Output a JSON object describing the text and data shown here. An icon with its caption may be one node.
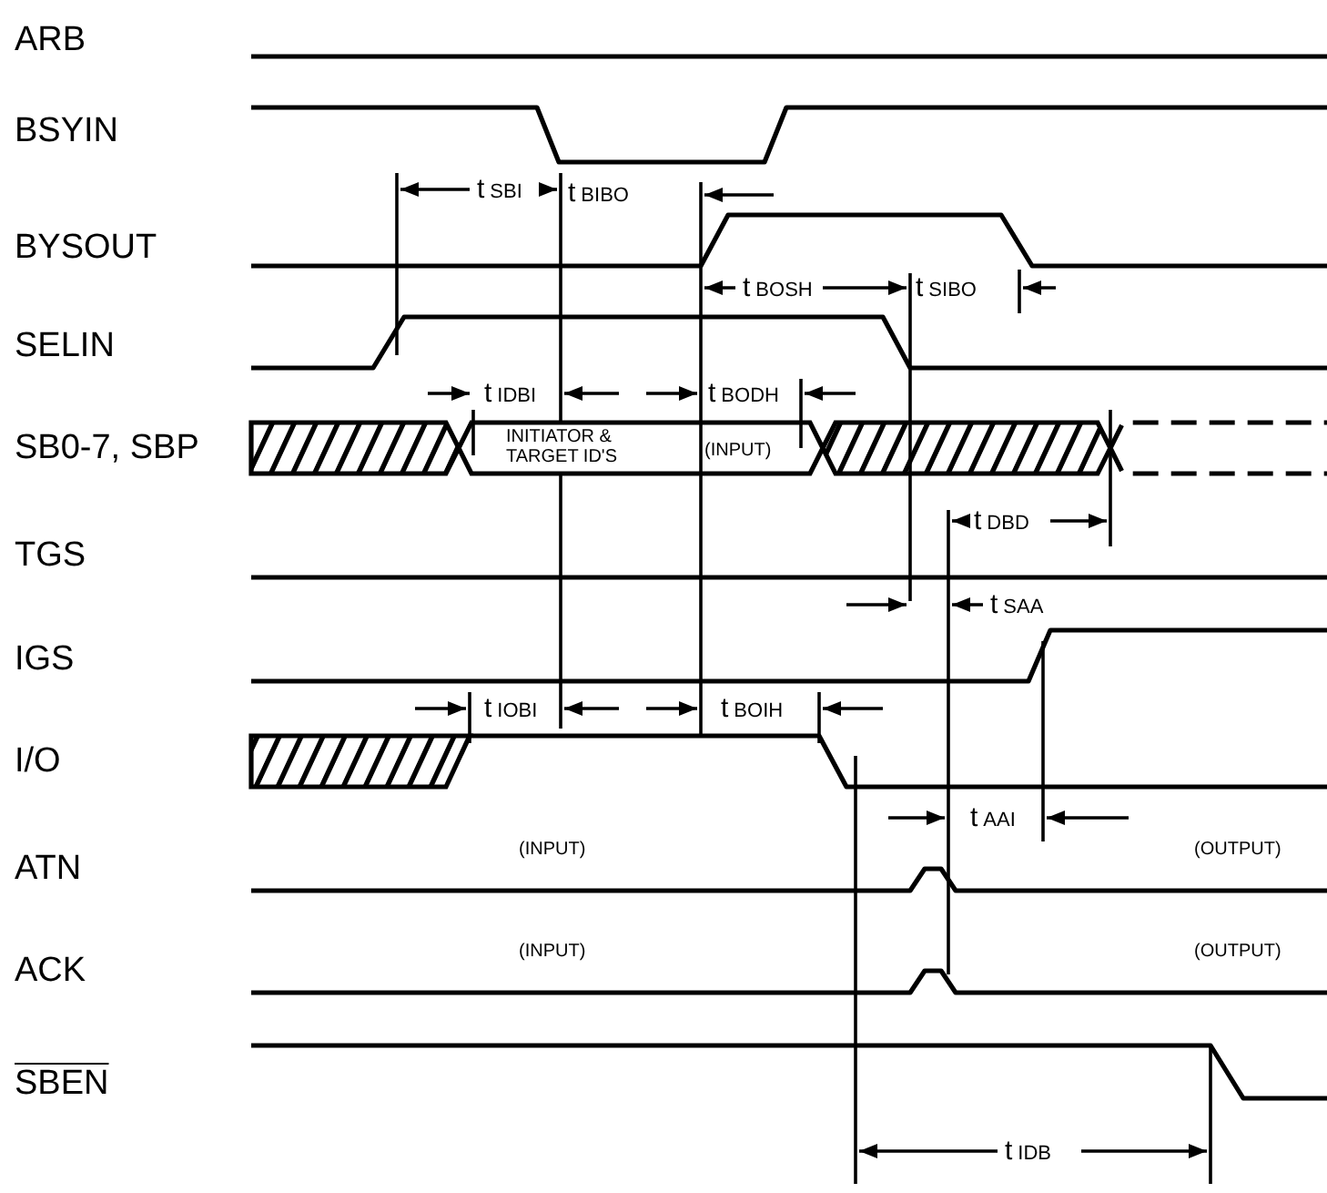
{
  "diagram": {
    "labels": [
      "ARB",
      "BSYIN",
      "t$_{SBI}$",
      "t$_{BIBO}$",
      "BYSOUT",
      "t$_{BOSH}$",
      "t$_{SIBO}$",
      "SELIN",
      "t$_{IDBI}$",
      "t$_{BODH}$",
      "SB0-7, SBP",
      "INITIATOR & TARGET ID'S",
      "(INPUT)",
      "t$_{DBD}$",
      "TGS",
      "t$_{SAA}$",
      "IGS",
      "t$_{IOBI}$",
      "t$_{BOIH}$",
      "I/O",
      "t$_{AAI}$",
      "ATN",
      "(INPUT)",
      "(OUTPUT)",
      "ACK",
      "(INPUT)",
      "(OUTPUT)",
      "SBEN",
      "t$_{IDB}$"
    ]
  }
}
